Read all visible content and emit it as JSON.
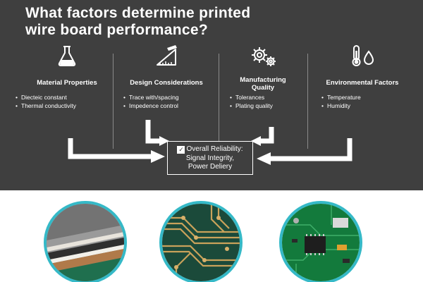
{
  "title_line1": "What factors determine printed",
  "title_line2": "wire board performance?",
  "columns": [
    {
      "icon": "flask-icon",
      "heading": "Material Properties",
      "items": [
        "Diecteic constant",
        "Thermal conductivity"
      ]
    },
    {
      "icon": "ruler-triangle-icon",
      "heading": "Design Considerations",
      "items": [
        "Trace with/spacing",
        "Impedence control"
      ]
    },
    {
      "icon": "gears-icon",
      "heading_line1": "Manufacturing",
      "heading_line2": "Quality",
      "items": [
        "Tolerances",
        "Plating quality"
      ]
    },
    {
      "icon": "thermometer-drop-icon",
      "heading": "Environmental Factors",
      "items": [
        "Temperature",
        "Humidity"
      ]
    }
  ],
  "result": {
    "line1": "Overall Reliability:",
    "line2": "Signal Integrity,",
    "line3": "Power Deliery"
  },
  "photos": [
    "laminate-layers-photo",
    "circuit-traces-photo",
    "assembled-pcb-photo"
  ],
  "colors": {
    "panel": "#3f3f3f",
    "accent_ring": "#35b9c7",
    "text": "#ffffff"
  }
}
